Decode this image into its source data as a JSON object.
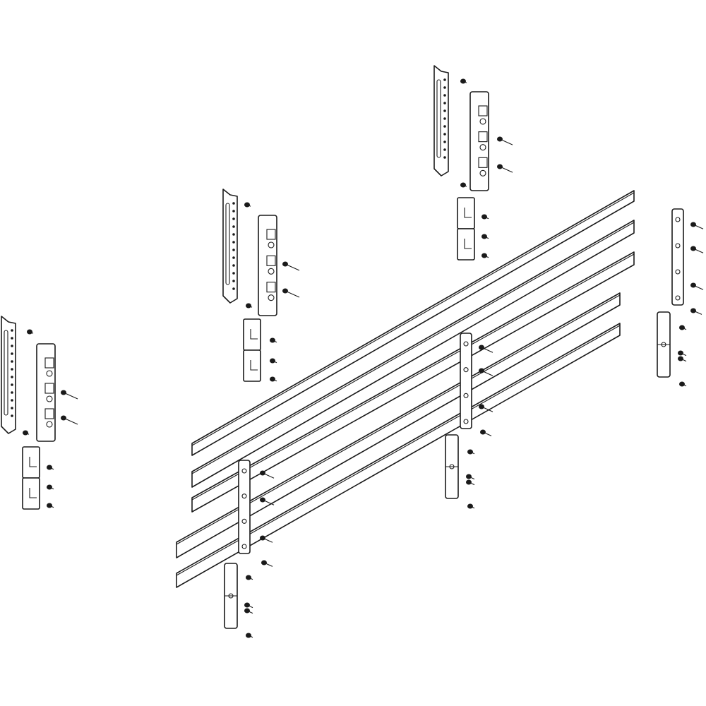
{
  "drawing": {
    "type": "exploded assembly line drawing",
    "colors": {
      "line": "#1a1a1a",
      "background": "#ffffff"
    },
    "parts": {
      "busbars": 5,
      "wall_brackets": 3,
      "busbar_holders": 3,
      "holder_clips": 3,
      "connectors_upright": 3,
      "connectors_lower": 3
    }
  }
}
